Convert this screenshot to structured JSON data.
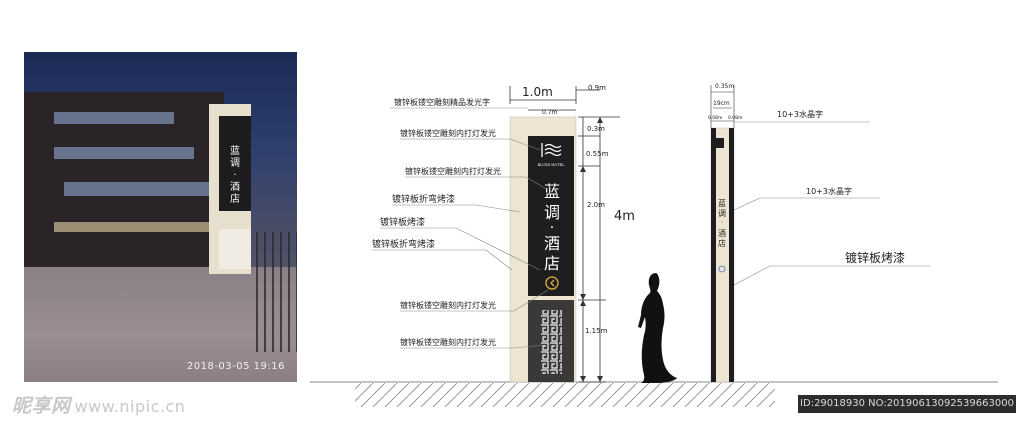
{
  "photo": {
    "timestamp": "2018-03-05  19:16",
    "sign_chars": [
      "蓝",
      "调",
      "·",
      "酒",
      "店"
    ]
  },
  "front": {
    "top_width": "1.0m",
    "callout_09": "0.9m",
    "callout_07": "0.7m",
    "dim_03": "0.3m",
    "dim_055": "0.55m",
    "dim_20": "2.0m",
    "dim_115": "1.15m",
    "height_total": "4m",
    "sign_text": [
      "蓝",
      "调",
      "·",
      "酒",
      "店"
    ],
    "logo_caption": "BLUES HOTEL",
    "labels": [
      "镀锌板镂空雕刻精品发光字",
      "镀锌板镂空雕刻内打灯发光",
      "镀锌板镂空雕刻内打灯发光",
      "镀锌板折弯烤漆",
      "镀锌板烤漆",
      "镀锌板折弯烤漆",
      "镀锌板镂空雕刻内打灯发光",
      "镀锌板镂空雕刻内打灯发光"
    ]
  },
  "side": {
    "dim_035": "0.35m",
    "dim_19": "19cm",
    "dim_008a": "0.08m",
    "dim_008b": "0.08m",
    "label_crystal_1": "10+3水晶字",
    "label_crystal_2": "10+3水晶字",
    "label_paint": "镀锌板烤漆",
    "side_text": [
      "蓝",
      "调",
      "·",
      "酒",
      "店"
    ]
  },
  "watermark": {
    "brand": "昵享网",
    "url": "www.nipic.cn",
    "image_id": "ID:29018930 NO:20190613092539663000"
  },
  "colors": {
    "sign_dark": "#1e1e1e",
    "cream": "#ede5d2",
    "pattern_bg": "#3b3938",
    "ground": "#888888"
  }
}
